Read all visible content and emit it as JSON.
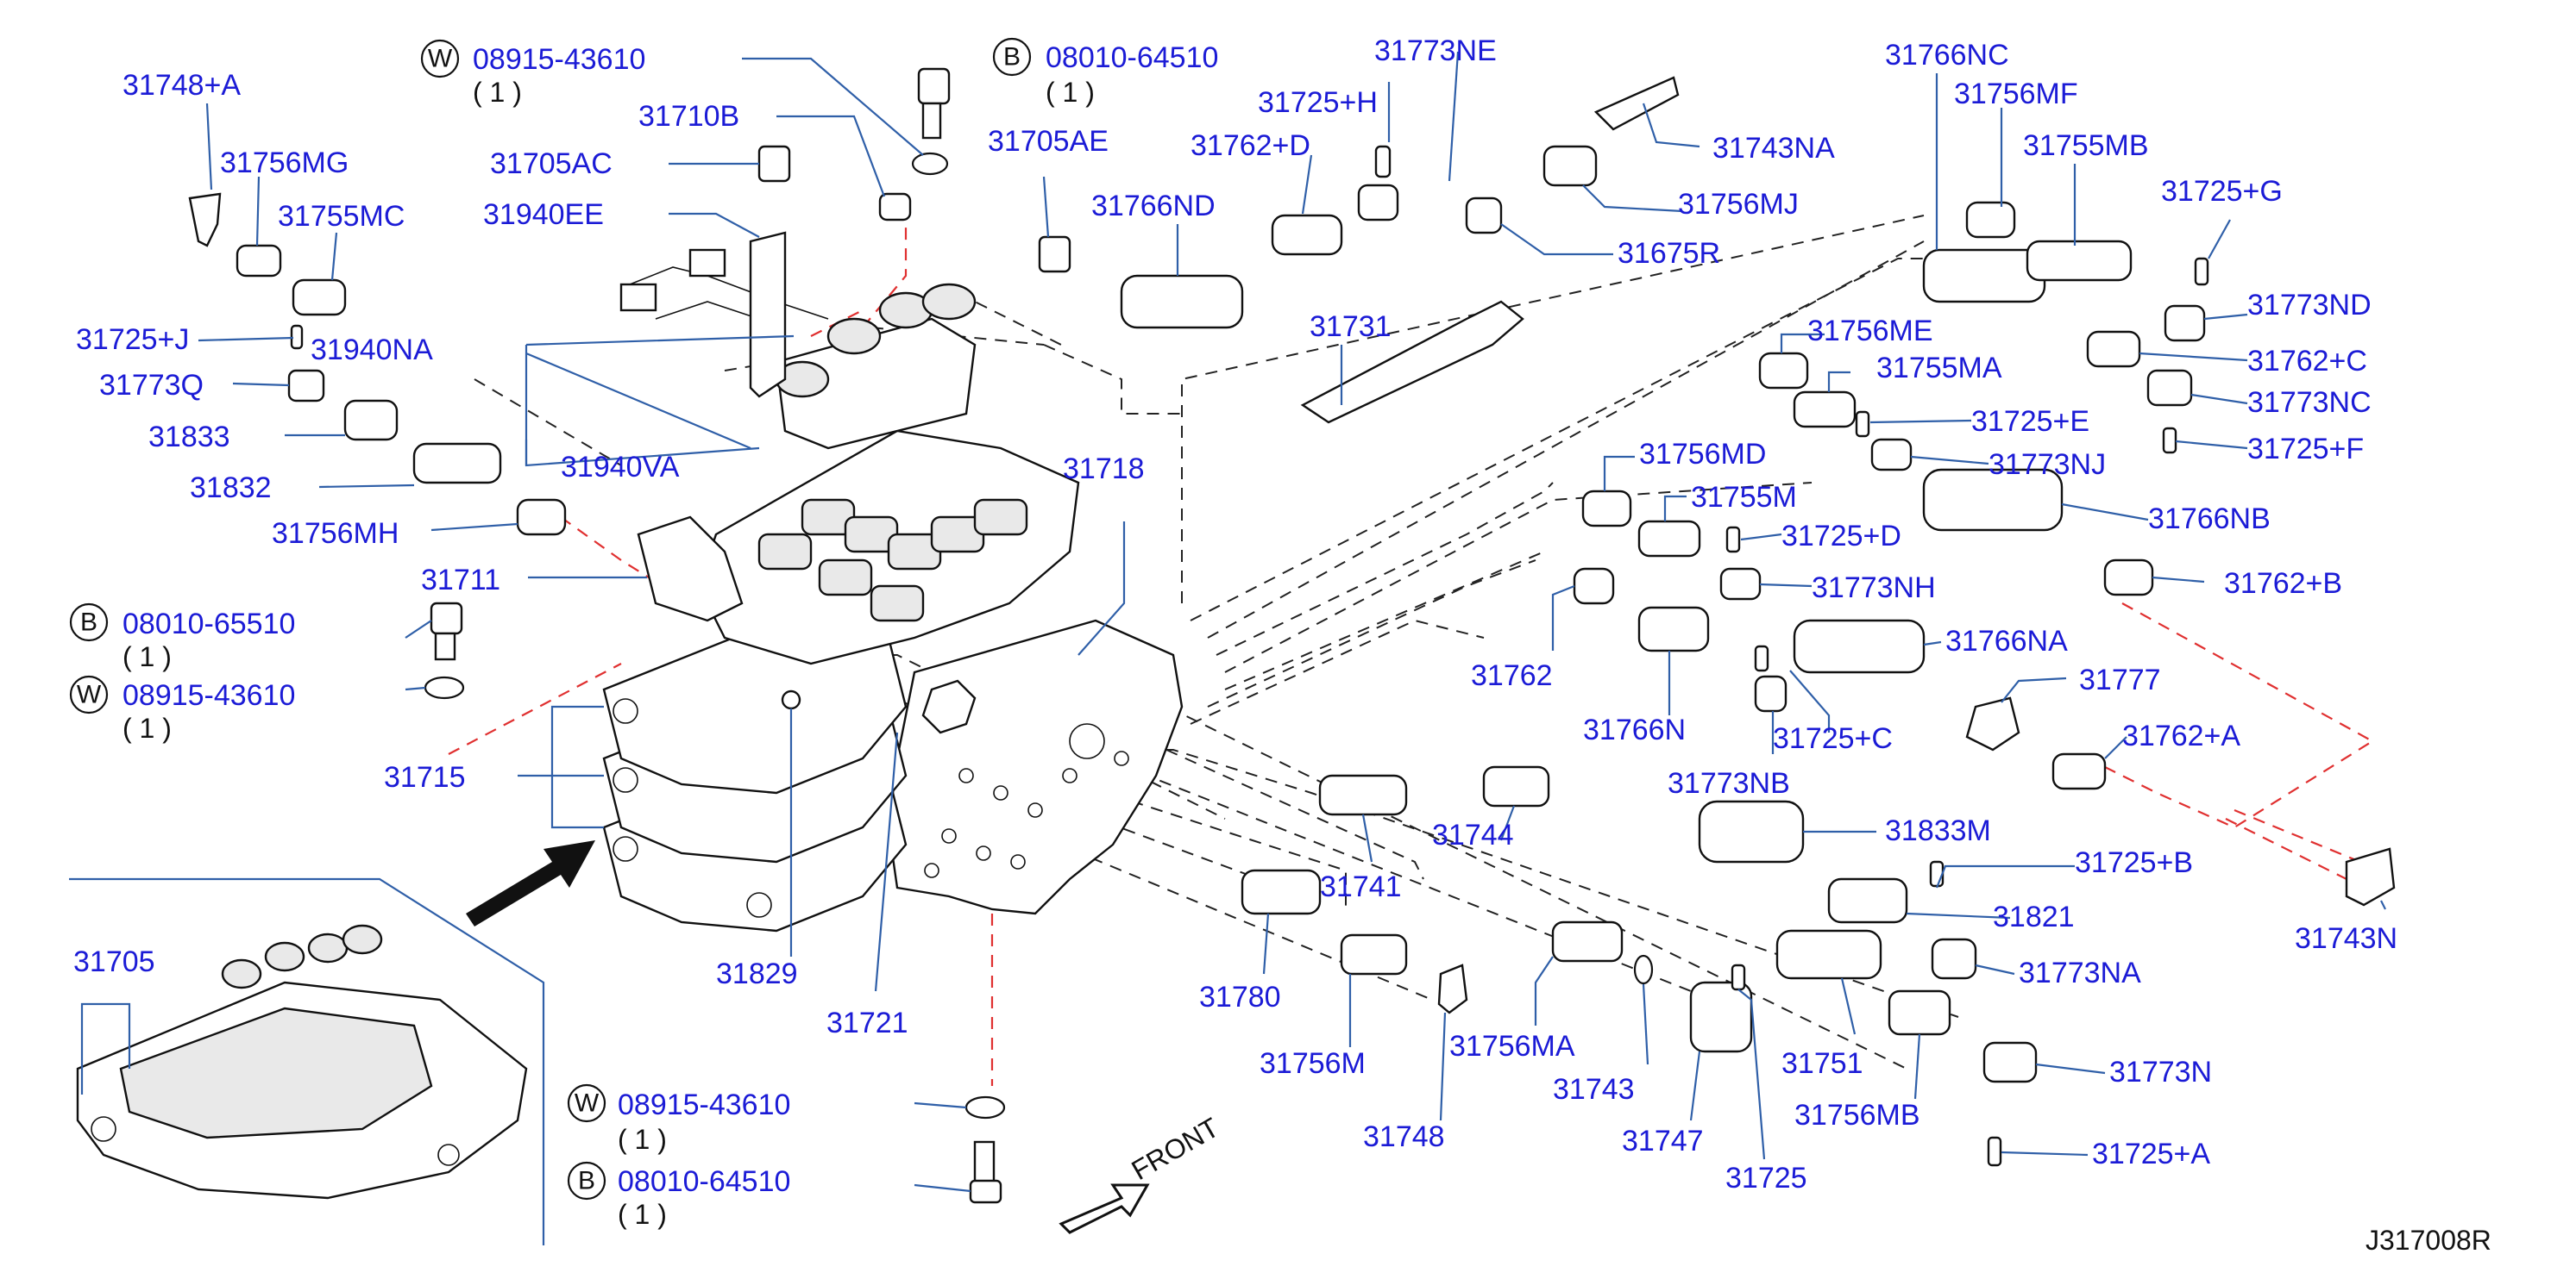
{
  "diagram": {
    "reference_code": "J317008R",
    "front_label": "FRONT",
    "parts": [
      {
        "key": "p31748A",
        "label": "31748+A"
      },
      {
        "key": "p31756MG",
        "label": "31756MG"
      },
      {
        "key": "p31755MC",
        "label": "31755MC"
      },
      {
        "key": "p31725J",
        "label": "31725+J"
      },
      {
        "key": "p31773Q",
        "label": "31773Q"
      },
      {
        "key": "p31833",
        "label": "31833"
      },
      {
        "key": "p31832",
        "label": "31832"
      },
      {
        "key": "p31756MH",
        "label": "31756MH"
      },
      {
        "key": "p31711",
        "label": "31711"
      },
      {
        "key": "p31715",
        "label": "31715"
      },
      {
        "key": "p31705",
        "label": "31705"
      },
      {
        "key": "p31710B",
        "label": "31710B"
      },
      {
        "key": "p31705AC",
        "label": "31705AC"
      },
      {
        "key": "p31940EE",
        "label": "31940EE"
      },
      {
        "key": "p31940NA",
        "label": "31940NA"
      },
      {
        "key": "p31940VA",
        "label": "31940VA"
      },
      {
        "key": "p31705AE",
        "label": "31705AE"
      },
      {
        "key": "p31718",
        "label": "31718"
      },
      {
        "key": "p31829",
        "label": "31829"
      },
      {
        "key": "p31721",
        "label": "31721"
      },
      {
        "key": "p31725H",
        "label": "31725+H"
      },
      {
        "key": "p31773NE",
        "label": "31773NE"
      },
      {
        "key": "p31762D",
        "label": "31762+D"
      },
      {
        "key": "p31766ND",
        "label": "31766ND"
      },
      {
        "key": "p31743NA",
        "label": "31743NA"
      },
      {
        "key": "p31756MJ",
        "label": "31756MJ"
      },
      {
        "key": "p31675R",
        "label": "31675R"
      },
      {
        "key": "p31731",
        "label": "31731"
      },
      {
        "key": "p31766NC",
        "label": "31766NC"
      },
      {
        "key": "p31756MF",
        "label": "31756MF"
      },
      {
        "key": "p31755MB",
        "label": "31755MB"
      },
      {
        "key": "p31725G",
        "label": "31725+G"
      },
      {
        "key": "p31773ND",
        "label": "31773ND"
      },
      {
        "key": "p31756ME",
        "label": "31756ME"
      },
      {
        "key": "p31755MA",
        "label": "31755MA"
      },
      {
        "key": "p31762C",
        "label": "31762+C"
      },
      {
        "key": "p31773NC",
        "label": "31773NC"
      },
      {
        "key": "p31725E",
        "label": "31725+E"
      },
      {
        "key": "p31773NJ",
        "label": "31773NJ"
      },
      {
        "key": "p31725F",
        "label": "31725+F"
      },
      {
        "key": "p31756MD",
        "label": "31756MD"
      },
      {
        "key": "p31755M",
        "label": "31755M"
      },
      {
        "key": "p31725D",
        "label": "31725+D"
      },
      {
        "key": "p31766NB",
        "label": "31766NB"
      },
      {
        "key": "p31773NH",
        "label": "31773NH"
      },
      {
        "key": "p31762B",
        "label": "31762+B"
      },
      {
        "key": "p31762",
        "label": "31762"
      },
      {
        "key": "p31766N",
        "label": "31766N"
      },
      {
        "key": "p31766NA",
        "label": "31766NA"
      },
      {
        "key": "p31725C",
        "label": "31725+C"
      },
      {
        "key": "p31777",
        "label": "31777"
      },
      {
        "key": "p31773NB",
        "label": "31773NB"
      },
      {
        "key": "p31762A",
        "label": "31762+A"
      },
      {
        "key": "p31744",
        "label": "31744"
      },
      {
        "key": "p31741",
        "label": "31741"
      },
      {
        "key": "p31833M",
        "label": "31833M"
      },
      {
        "key": "p31725B",
        "label": "31725+B"
      },
      {
        "key": "p31821",
        "label": "31821"
      },
      {
        "key": "p31743N",
        "label": "31743N"
      },
      {
        "key": "p31773NA",
        "label": "31773NA"
      },
      {
        "key": "p31780",
        "label": "31780"
      },
      {
        "key": "p31756M",
        "label": "31756M"
      },
      {
        "key": "p31756MA",
        "label": "31756MA"
      },
      {
        "key": "p31743",
        "label": "31743"
      },
      {
        "key": "p31751",
        "label": "31751"
      },
      {
        "key": "p31773N",
        "label": "31773N"
      },
      {
        "key": "p31756MB",
        "label": "31756MB"
      },
      {
        "key": "p31748",
        "label": "31748"
      },
      {
        "key": "p31747",
        "label": "31747"
      },
      {
        "key": "p31725",
        "label": "31725"
      },
      {
        "key": "p31725A",
        "label": "31725+A"
      }
    ],
    "fasteners": [
      {
        "key": "w_top",
        "letter": "W",
        "number": "08915-43610",
        "qty": "( 1 )"
      },
      {
        "key": "b_top",
        "letter": "B",
        "number": "08010-64510",
        "qty": "( 1 )"
      },
      {
        "key": "b_left",
        "letter": "B",
        "number": "08010-65510",
        "qty": "( 1 )"
      },
      {
        "key": "w_left",
        "letter": "W",
        "number": "08915-43610",
        "qty": "( 1 )"
      },
      {
        "key": "w_bottom",
        "letter": "W",
        "number": "08915-43610",
        "qty": "( 1 )"
      },
      {
        "key": "b_bottom",
        "letter": "B",
        "number": "08010-64510",
        "qty": "( 1 )"
      }
    ]
  }
}
